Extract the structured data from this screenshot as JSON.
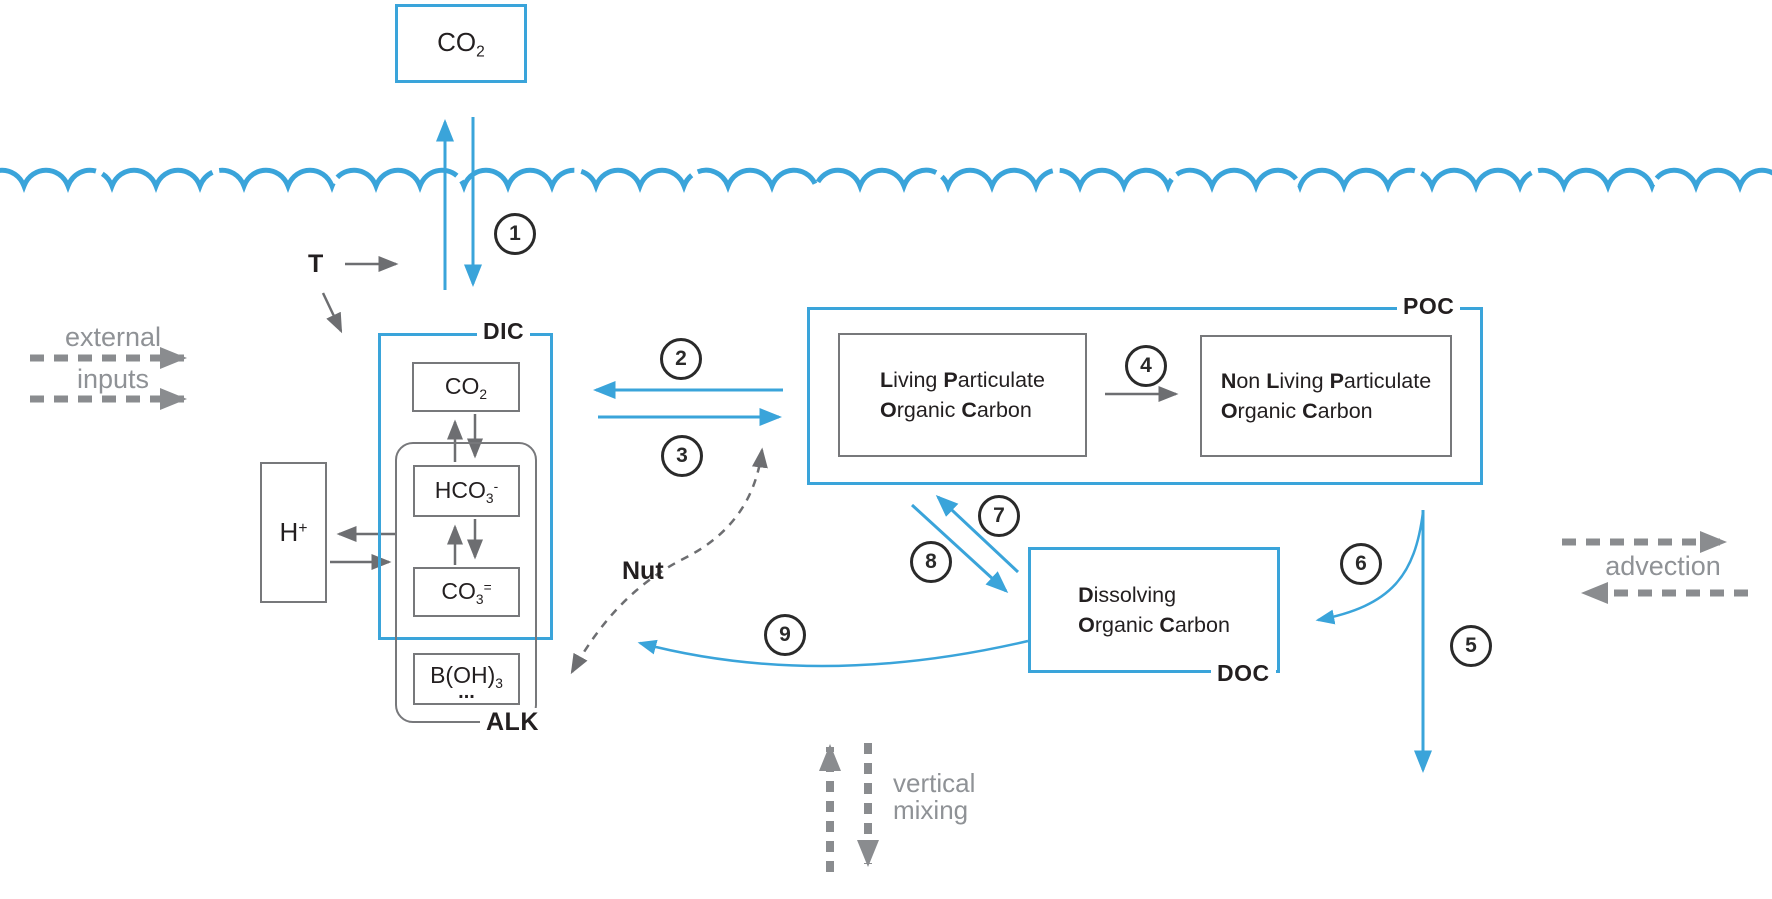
{
  "colors": {
    "blue": "#3aa4da",
    "gray": "#6d6e71",
    "gray-light": "#8f9296",
    "black": "#231f20"
  },
  "atmosphere": {
    "co2_box": [
      {
        "t": "CO"
      },
      {
        "t": "2",
        "v": "sub"
      }
    ]
  },
  "labels": {
    "temperature": "T",
    "external_inputs_line1": "external",
    "external_inputs_line2": "inputs",
    "advection": "advection",
    "vertical_mixing_line1": "vertical",
    "vertical_mixing_line2": "mixing",
    "nutrients": "Nut"
  },
  "dic_group": {
    "label": "DIC",
    "co2": [
      {
        "t": "CO"
      },
      {
        "t": "2",
        "v": "sub"
      }
    ],
    "hco3": [
      {
        "t": "HCO"
      },
      {
        "t": "3",
        "v": "sub"
      },
      {
        "t": "-",
        "v": "sup"
      }
    ],
    "co3": [
      {
        "t": "CO"
      },
      {
        "t": "3",
        "v": "sub"
      },
      {
        "t": "=",
        "v": "sup"
      }
    ],
    "boh3": [
      {
        "t": "B(OH)"
      },
      {
        "t": "3",
        "v": "sub"
      }
    ],
    "boh3_more": "...",
    "alk_label": "ALK",
    "h_plus": [
      {
        "t": "H"
      },
      {
        "t": "+",
        "v": "sup"
      }
    ]
  },
  "poc_group": {
    "label": "POC",
    "living": [
      {
        "t": "L",
        "b": true
      },
      {
        "t": "iving "
      },
      {
        "t": "P",
        "b": true
      },
      {
        "t": "articulate"
      },
      {
        "br": true
      },
      {
        "t": "O",
        "b": true
      },
      {
        "t": "rganic "
      },
      {
        "t": "C",
        "b": true
      },
      {
        "t": "arbon"
      }
    ],
    "non_living": [
      {
        "t": "N",
        "b": true
      },
      {
        "t": "on "
      },
      {
        "t": "L",
        "b": true
      },
      {
        "t": "iving "
      },
      {
        "t": "P",
        "b": true
      },
      {
        "t": "articulate"
      },
      {
        "br": true
      },
      {
        "t": "O",
        "b": true
      },
      {
        "t": "rganic "
      },
      {
        "t": "C",
        "b": true
      },
      {
        "t": "arbon"
      }
    ]
  },
  "doc_group": {
    "label": "DOC",
    "name": [
      {
        "t": "D",
        "b": true
      },
      {
        "t": "issolving"
      },
      {
        "br": true
      },
      {
        "t": "O",
        "b": true
      },
      {
        "t": "rganic "
      },
      {
        "t": "C",
        "b": true
      },
      {
        "t": "arbon"
      }
    ]
  },
  "process_steps": [
    "1",
    "2",
    "3",
    "4",
    "5",
    "6",
    "7",
    "8",
    "9"
  ]
}
